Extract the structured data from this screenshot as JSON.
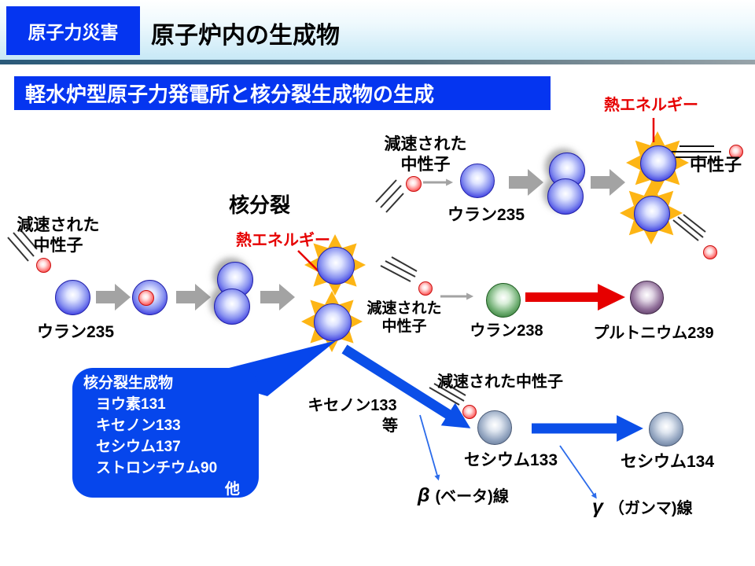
{
  "header": {
    "badge": "原子力災害",
    "title": "原子炉内の生成物"
  },
  "subtitle": "軽水炉型原子力発電所と核分裂生成物の生成",
  "labels": {
    "fission": "核分裂",
    "thermal": "熱エネルギー",
    "moderated1": "減速された",
    "moderated2": "中性子",
    "moderated_inline": "減速された中性子",
    "neutron": "中性子",
    "u235": "ウラン235",
    "u238": "ウラン238",
    "pu239": "プルトニウム239",
    "xe133": "キセノン133",
    "etc": "等",
    "cs133": "セシウム133",
    "cs134": "セシウム134",
    "beta_sym": "β",
    "beta": "(ベータ)線",
    "gamma_sym": "γ",
    "gamma": "（ガンマ)線"
  },
  "callout": {
    "title": "核分裂生成物",
    "items": [
      "ヨウ素131",
      "キセノン133",
      "セシウム137",
      "ストロンチウム90"
    ],
    "other": "他"
  },
  "colors": {
    "accent_blue": "#0535f0",
    "callout_blue": "#0646ec",
    "arrow_blue": "#0b4fe8",
    "thin_arrow_blue": "#2b6bea",
    "starburst_orange": "#fdb515",
    "gray_arrow": "#a3a3a3",
    "red": "#e60000"
  }
}
